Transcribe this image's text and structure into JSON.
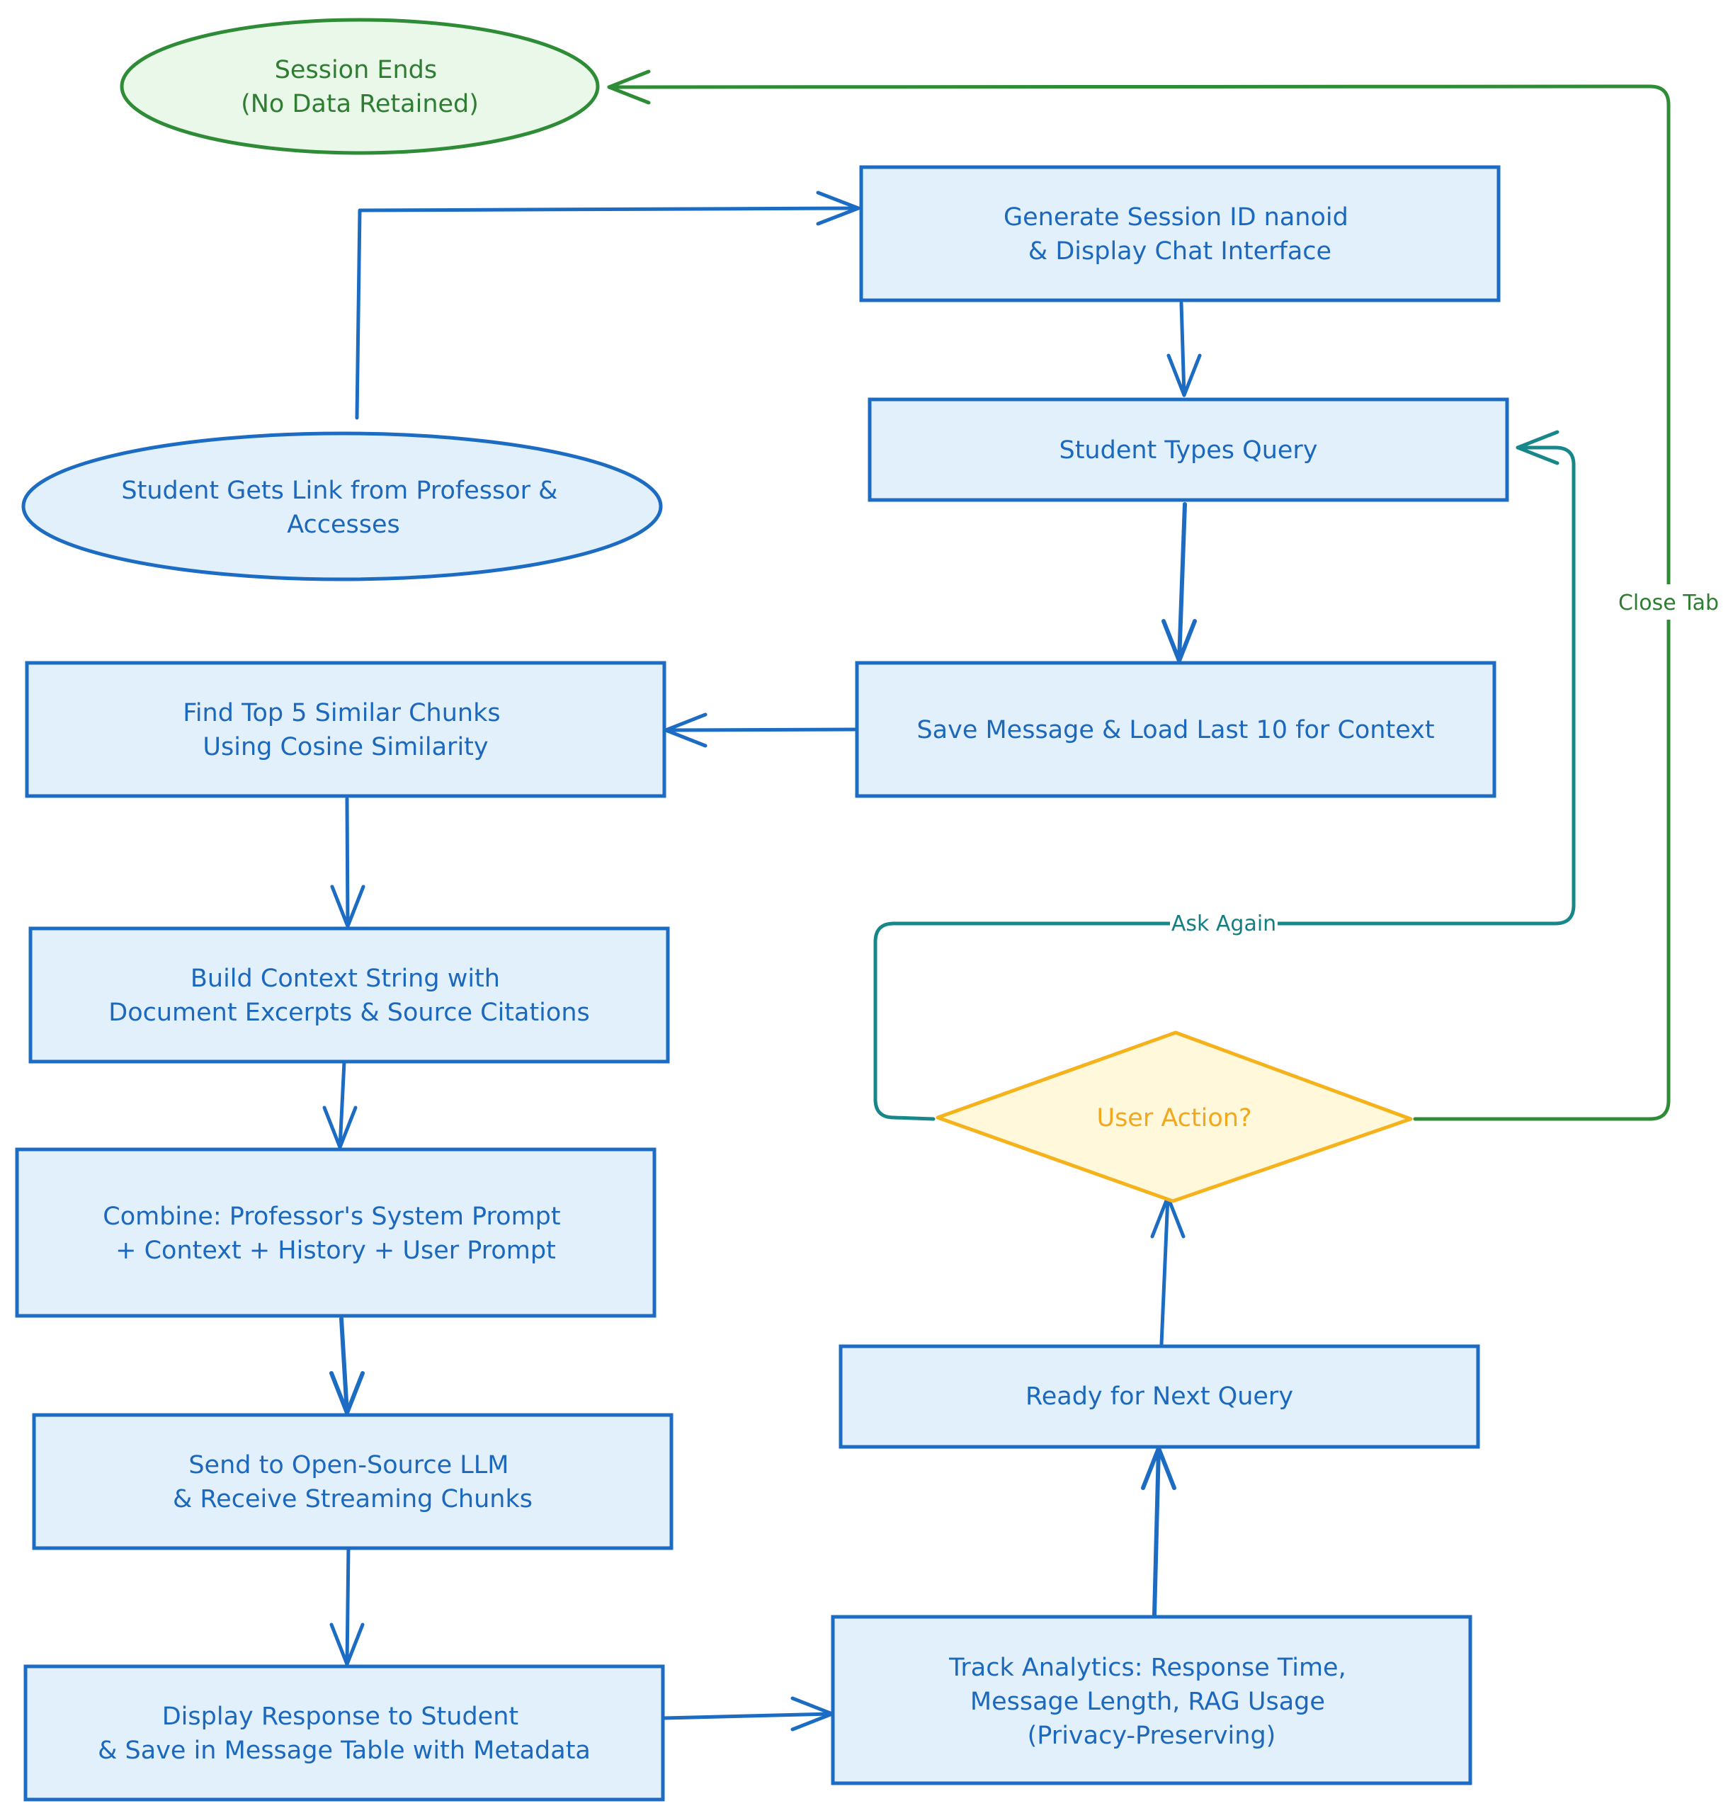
{
  "colors": {
    "blue_stroke": "#1c6cc3",
    "blue_fill": "#e1f0fb",
    "blue_text": "#1c68bd",
    "green_stroke": "#2e8b36",
    "green_fill": "#e9f8e9",
    "green_text": "#2e7d32",
    "yellow_stroke": "#f5b21b",
    "yellow_fill": "#fff8db",
    "yellow_text": "#f2a81d",
    "teal_stroke": "#17878a",
    "teal_text": "#137f83"
  },
  "nodes": {
    "session_ends": [
      "Session Ends",
      "(No Data Retained)"
    ],
    "generate_session": [
      "Generate Session ID nanoid",
      "& Display Chat Interface"
    ],
    "student_types_query": [
      "Student Types Query"
    ],
    "student_gets_link": [
      "Student Gets Link from Professor &",
      "Accesses"
    ],
    "find_top_chunks": [
      "Find Top 5 Similar Chunks",
      "Using Cosine Similarity"
    ],
    "save_message": [
      "Save Message & Load Last 10 for Context"
    ],
    "build_context": [
      "Build Context String with",
      "Document Excerpts & Source Citations"
    ],
    "user_action": [
      "User Action?"
    ],
    "combine_prompt": [
      "Combine: Professor's System Prompt",
      "+ Context + History + User Prompt"
    ],
    "ready_next_query": [
      "Ready for Next Query"
    ],
    "send_to_llm": [
      "Send to Open-Source LLM",
      "& Receive Streaming Chunks"
    ],
    "track_analytics": [
      "Track Analytics: Response Time,",
      "Message Length, RAG Usage",
      "(Privacy-Preserving)"
    ],
    "display_response": [
      "Display Response to Student",
      "& Save in Message Table with Metadata"
    ]
  },
  "edges": {
    "close_tab": "Close Tab",
    "ask_again": "Ask Again"
  }
}
